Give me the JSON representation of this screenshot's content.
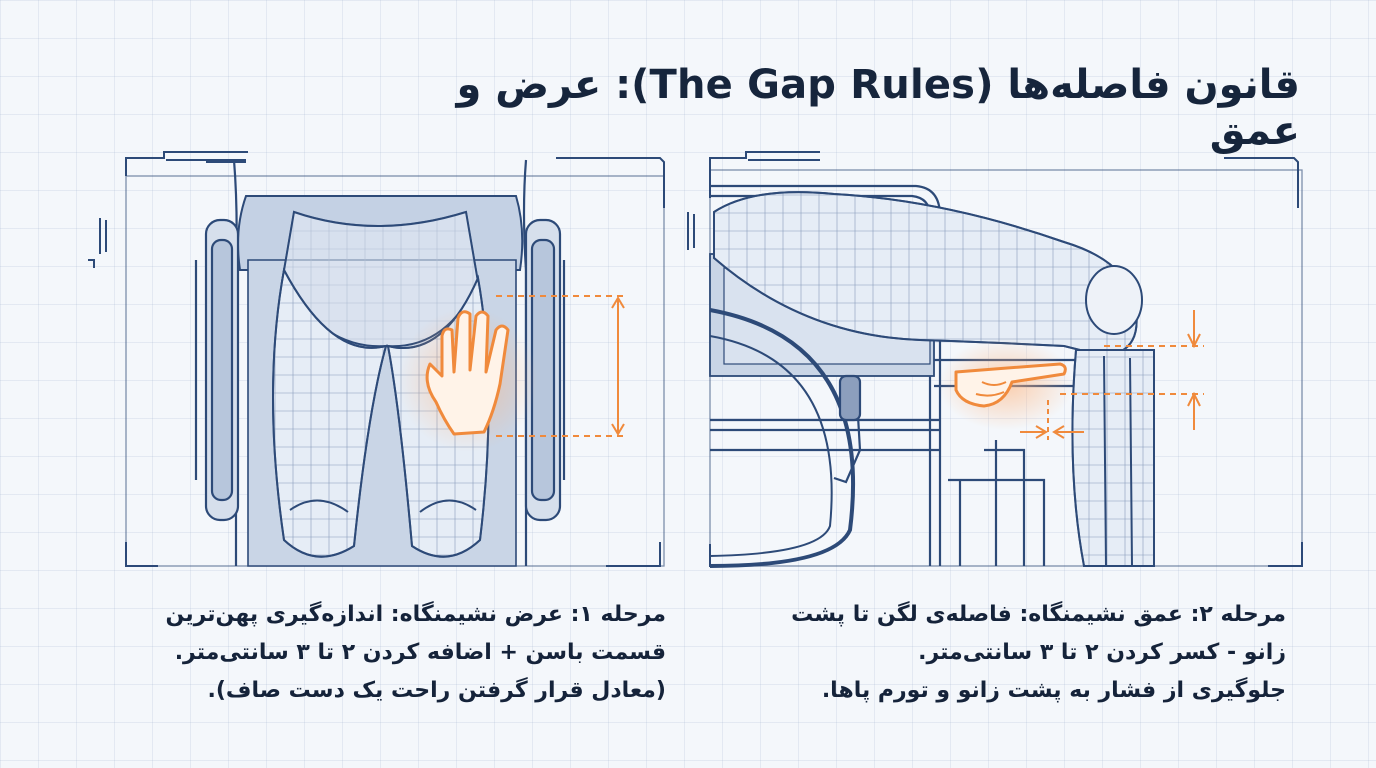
{
  "title": "قانون فاصله‌ها (The Gap Rules): عرض و عمق",
  "step1": {
    "lines": [
      "مرحله ۱: عرض نشیمنگاه: اندازه‌گیری پهن‌ترین",
      "قسمت باسن + اضافه کردن ۲ تا ۳ سانتی‌متر.",
      "(معادل قرار گرفتن راحت یک دست صاف)."
    ]
  },
  "step2": {
    "lines": [
      "مرحله ۲: عمق نشیمنگاه: فاصله‌ی لگن تا پشت",
      "زانو  -  کسر کردن ۲ تا ۳ سانتی‌متر.",
      "جلوگیری از فشار به پشت زانو و تورم پاها."
    ]
  },
  "colors": {
    "accent": "#f08a3c",
    "line": "#2d4a78",
    "seat": "#b9c8de",
    "background": "#f4f7fb"
  },
  "icons": {
    "step1": "flat-hand-icon",
    "step2": "fingers-gap-icon"
  }
}
